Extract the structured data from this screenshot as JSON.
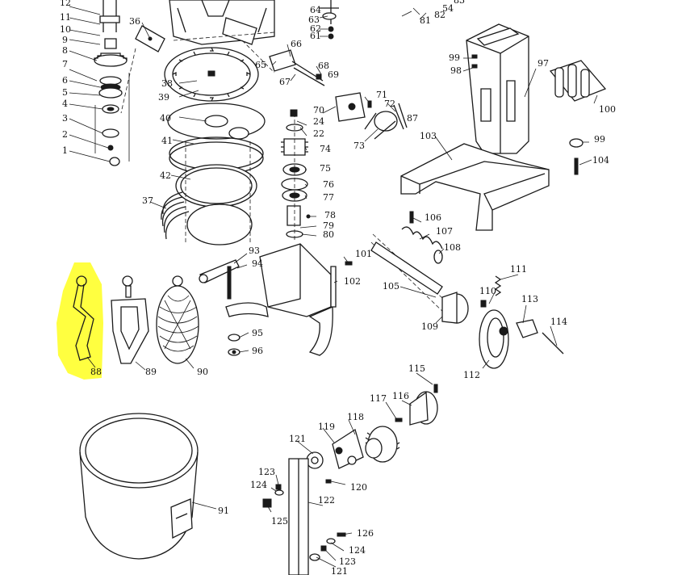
{
  "highlight_color": "#ffff00",
  "labels": {
    "l1": "1",
    "l2": "2",
    "l3": "3",
    "l4": "4",
    "l5": "5",
    "l6": "6",
    "l7": "7",
    "l8": "8",
    "l9": "9",
    "l10": "10",
    "l11": "11",
    "l12": "12",
    "l36": "36",
    "l37": "37",
    "l38": "38",
    "l39": "39",
    "l40": "40",
    "l41": "41",
    "l42": "42",
    "l54": "54",
    "l61": "61",
    "l62": "62",
    "l63": "63",
    "l64": "64",
    "l65": "65",
    "l66": "66",
    "l67": "67",
    "l68": "68",
    "l69": "69",
    "l70": "70",
    "l71": "71",
    "l72": "72",
    "l73": "73",
    "l74": "74",
    "l75": "75",
    "l76": "76",
    "l77": "77",
    "l78": "78",
    "l79": "79",
    "l80": "80",
    "l81": "81",
    "l82": "82",
    "l83": "83",
    "l87": "87",
    "l88": "88",
    "l89": "89",
    "l90": "90",
    "l91": "91",
    "l93": "93",
    "l94": "94",
    "l95": "95",
    "l96": "96",
    "l97": "97",
    "l98": "98",
    "l99a": "99",
    "l99b": "99",
    "l100": "100",
    "l101": "101",
    "l102": "102",
    "l103": "103",
    "l104": "104",
    "l105": "105",
    "l106": "106",
    "l107": "107",
    "l108": "108",
    "l109": "109",
    "l110": "110",
    "l111": "111",
    "l112": "112",
    "l113": "113",
    "l114": "114",
    "l115": "115",
    "l116": "116",
    "l117": "117",
    "l118": "118",
    "l119": "119",
    "l120": "120",
    "l121a": "121",
    "l121b": "121",
    "l122": "122",
    "l123a": "123",
    "l123b": "123",
    "l124a": "124",
    "l124b": "124",
    "l125": "125",
    "l126": "126"
  }
}
